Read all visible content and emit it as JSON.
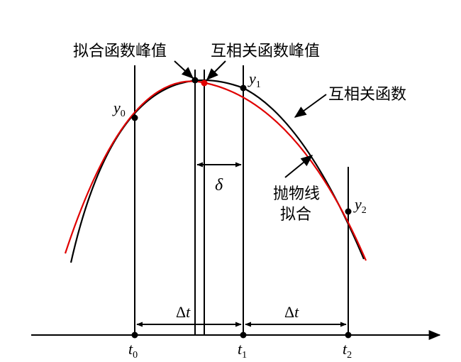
{
  "labels": {
    "fit_peak": "拟合函数峰值",
    "xcorr_peak": "互相关函数峰值",
    "xcorr_func": "互相关函数",
    "parabola_fit_line1": "抛物线",
    "parabola_fit_line2": "拟合",
    "delta": "δ",
    "delta_t_symbol": "Δ",
    "t": "t",
    "y": "y",
    "sub_0": "0",
    "sub_1": "1",
    "sub_2": "2"
  },
  "colors": {
    "xcorr_curve": "#e00000",
    "fit_curve": "#000000",
    "axis": "#000000"
  }
}
